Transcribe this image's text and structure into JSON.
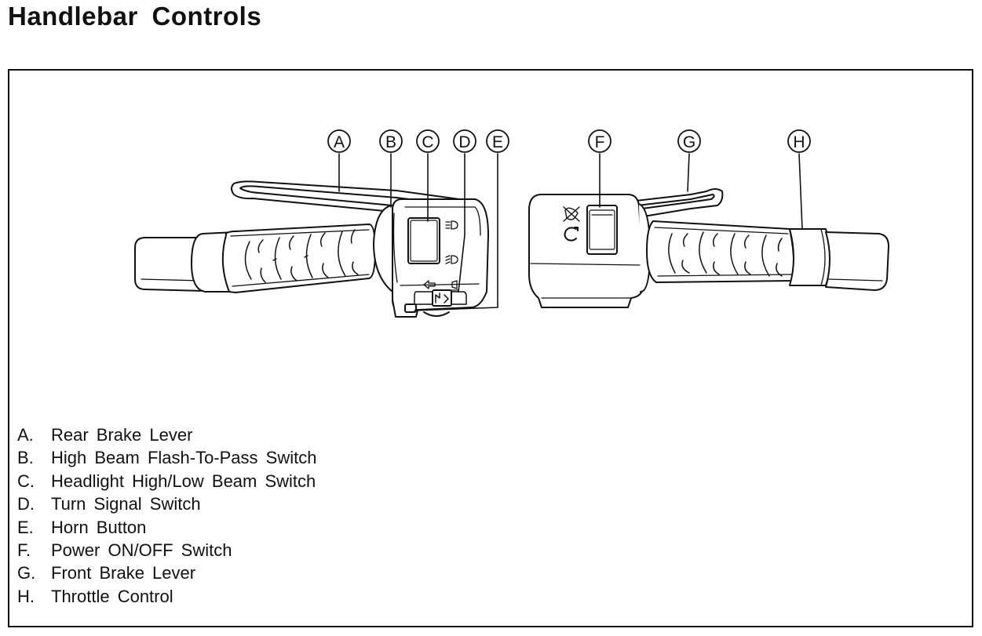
{
  "title": "Handlebar Controls",
  "callouts": [
    "A",
    "B",
    "C",
    "D",
    "E",
    "F",
    "G",
    "H"
  ],
  "switch_icons": [
    "headlight-high-beam-icon",
    "headlight-low-beam-icon",
    "turn-signal-icon",
    "horn-icon",
    "engine-stop-icon",
    "start-icon"
  ],
  "legend": [
    {
      "letter": "A.",
      "label": "Rear Brake Lever"
    },
    {
      "letter": "B.",
      "label": "High Beam Flash-To-Pass Switch"
    },
    {
      "letter": "C.",
      "label": "Headlight High/Low Beam Switch"
    },
    {
      "letter": "D.",
      "label": "Turn Signal Switch"
    },
    {
      "letter": "E.",
      "label": "Horn Button"
    },
    {
      "letter": "F.",
      "label": "Power ON/OFF Switch"
    },
    {
      "letter": "G.",
      "label": "Front Brake Lever"
    },
    {
      "letter": "H.",
      "label": "Throttle Control"
    }
  ]
}
